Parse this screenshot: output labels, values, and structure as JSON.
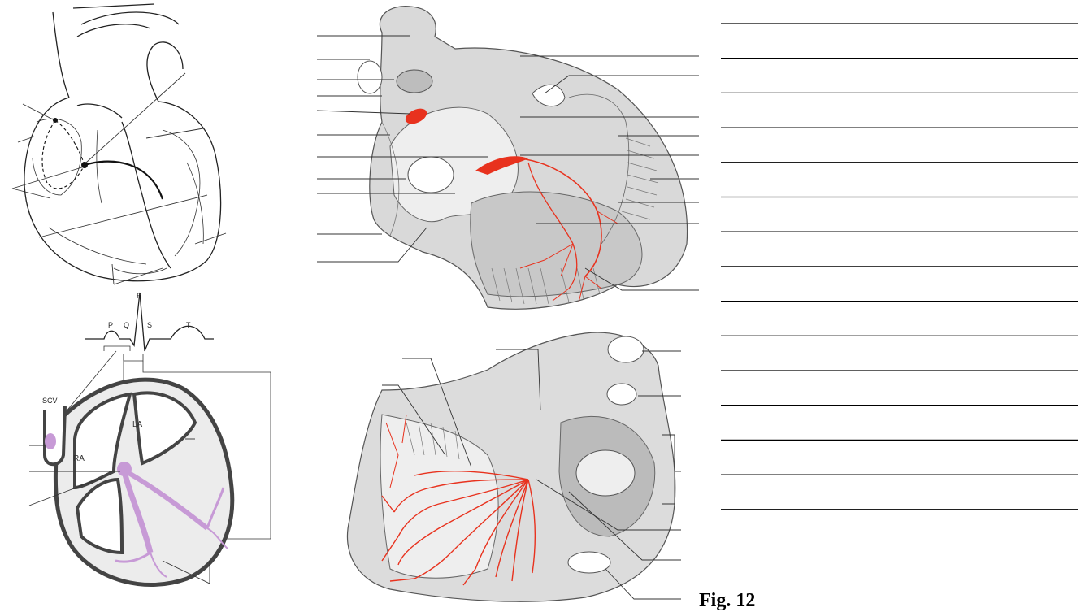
{
  "figure_label": "Fig. 12",
  "ecg_waves": {
    "p": "P",
    "q": "Q",
    "r": "R",
    "s": "S",
    "t": "T"
  },
  "chamber_labels": {
    "scv": "SCV",
    "ra": "RA",
    "la": "LA"
  },
  "answer_line_count": 15,
  "colors": {
    "conduction_red": "#e8321e",
    "conduction_purple": "#c79ad6",
    "ink": "#222222"
  }
}
